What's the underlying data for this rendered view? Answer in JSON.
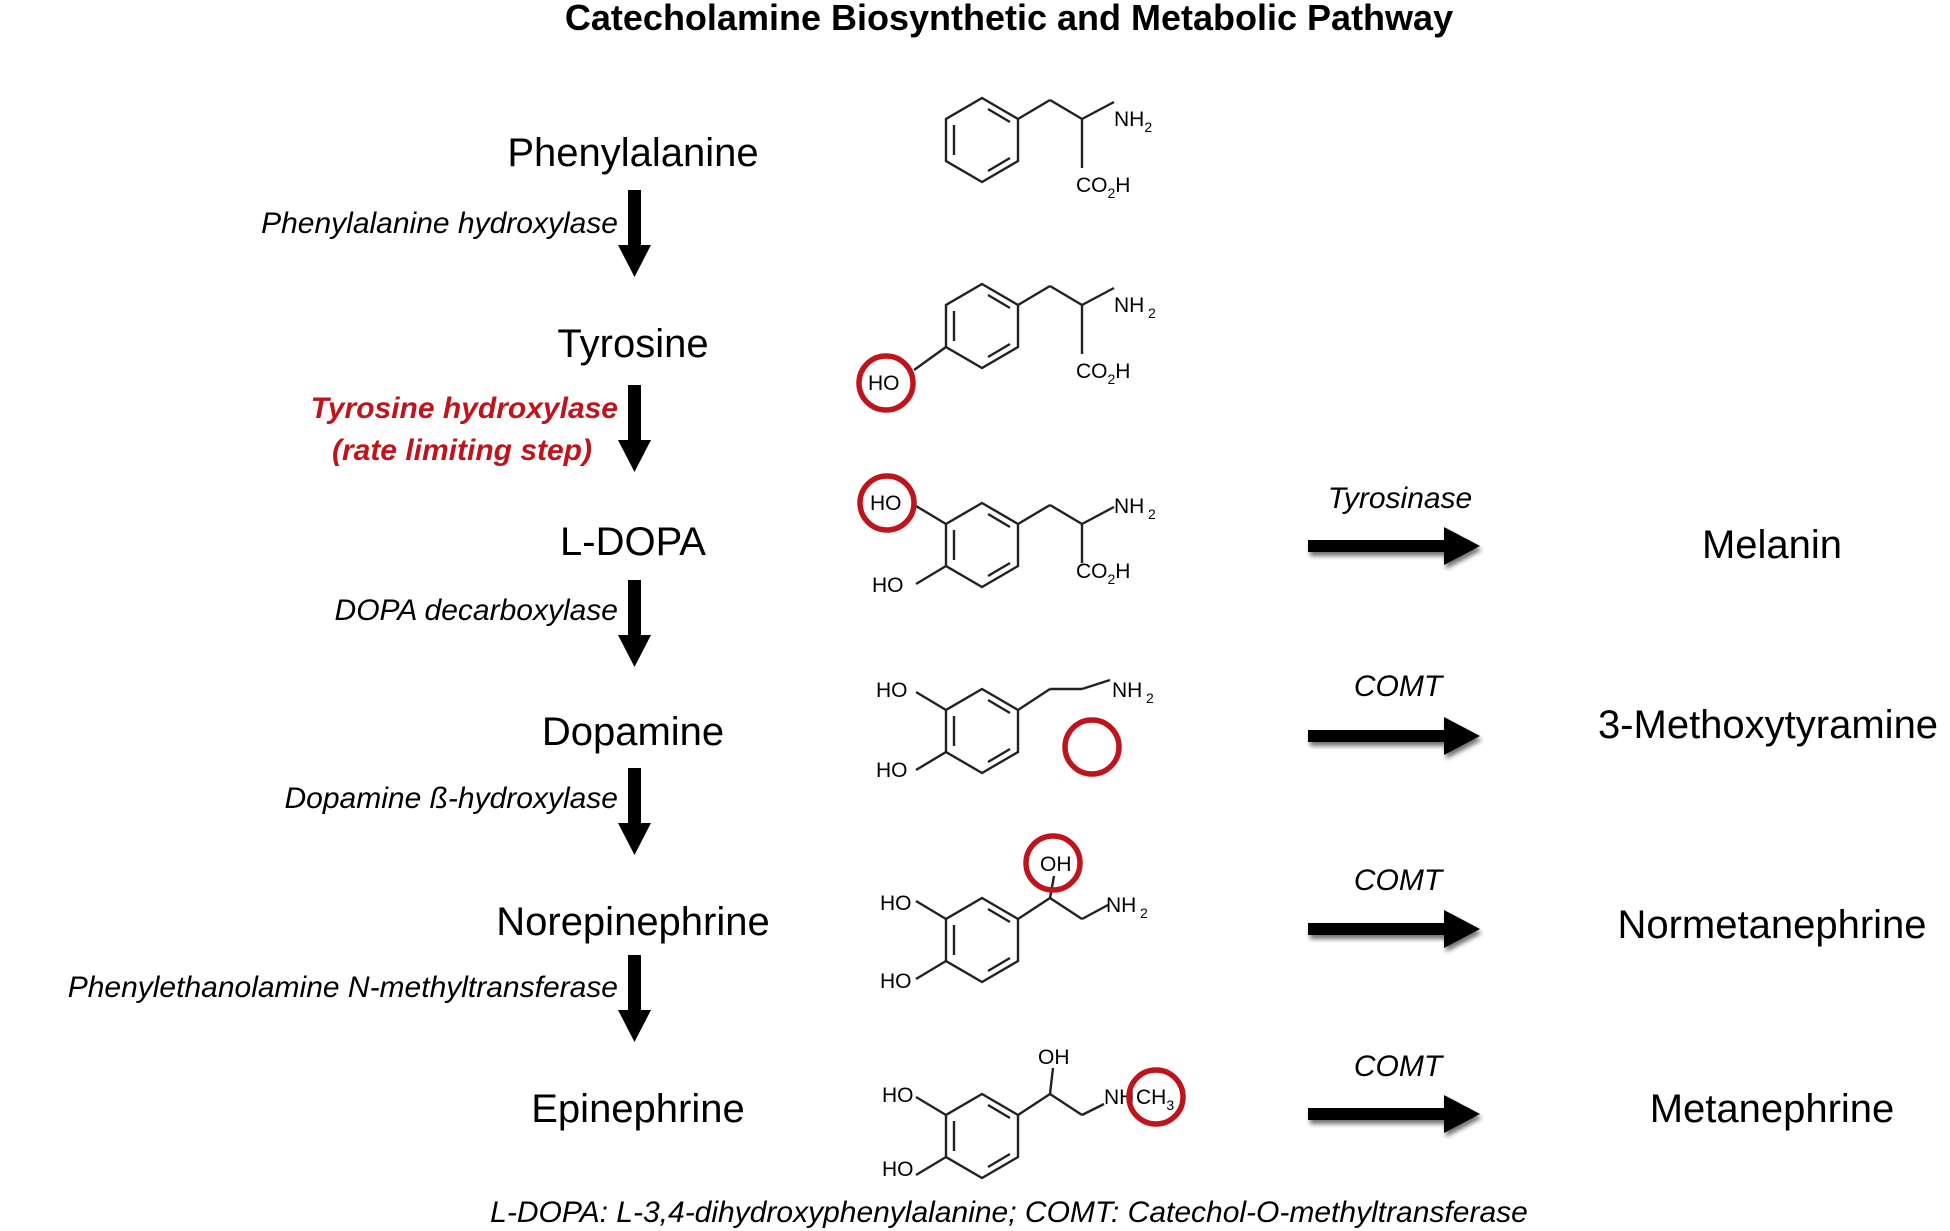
{
  "title": "Catecholamine Biosynthetic and Metabolic Pathway",
  "colors": {
    "rate_limiting": "#c0141c",
    "highlight_circle": "#c0141c",
    "text": "#000000"
  },
  "compounds": [
    "Phenylalanine",
    "Tyrosine",
    "L-DOPA",
    "Dopamine",
    "Norepinephrine",
    "Epinephrine"
  ],
  "enzymes": [
    {
      "lines": [
        "Phenylalanine hydroxylase"
      ],
      "rate_limiting": false
    },
    {
      "lines": [
        "Tyrosine hydroxylase",
        "(rate limiting step)"
      ],
      "rate_limiting": true
    },
    {
      "lines": [
        "DOPA decarboxylase"
      ],
      "rate_limiting": false
    },
    {
      "lines": [
        "Dopamine ß-hydroxylase"
      ],
      "rate_limiting": false
    },
    {
      "lines": [
        "Phenylethanolamine N-methyltransferase"
      ],
      "rate_limiting": false
    }
  ],
  "metabolism": [
    {
      "enzyme": "Tyrosinase",
      "product": "Melanin"
    },
    {
      "enzyme": "COMT",
      "product": "3-Methoxytyramine"
    },
    {
      "enzyme": "COMT",
      "product": "Normetanephrine"
    },
    {
      "enzyme": "COMT",
      "product": "Metanephrine"
    }
  ],
  "structure_labels": {
    "amine": "NH",
    "amine_sub": "2",
    "acid_a": "CO",
    "acid_sub": "2",
    "acid_b": "H",
    "hydroxyl": "HO",
    "hydroxyl_side": "OH",
    "methyl_n": "NH",
    "methyl": "CH",
    "methyl_sub": "3"
  },
  "footnote": "L-DOPA: L-3,4-dihydroxyphenylalanine; COMT: Catechol-O-methyltransferase"
}
